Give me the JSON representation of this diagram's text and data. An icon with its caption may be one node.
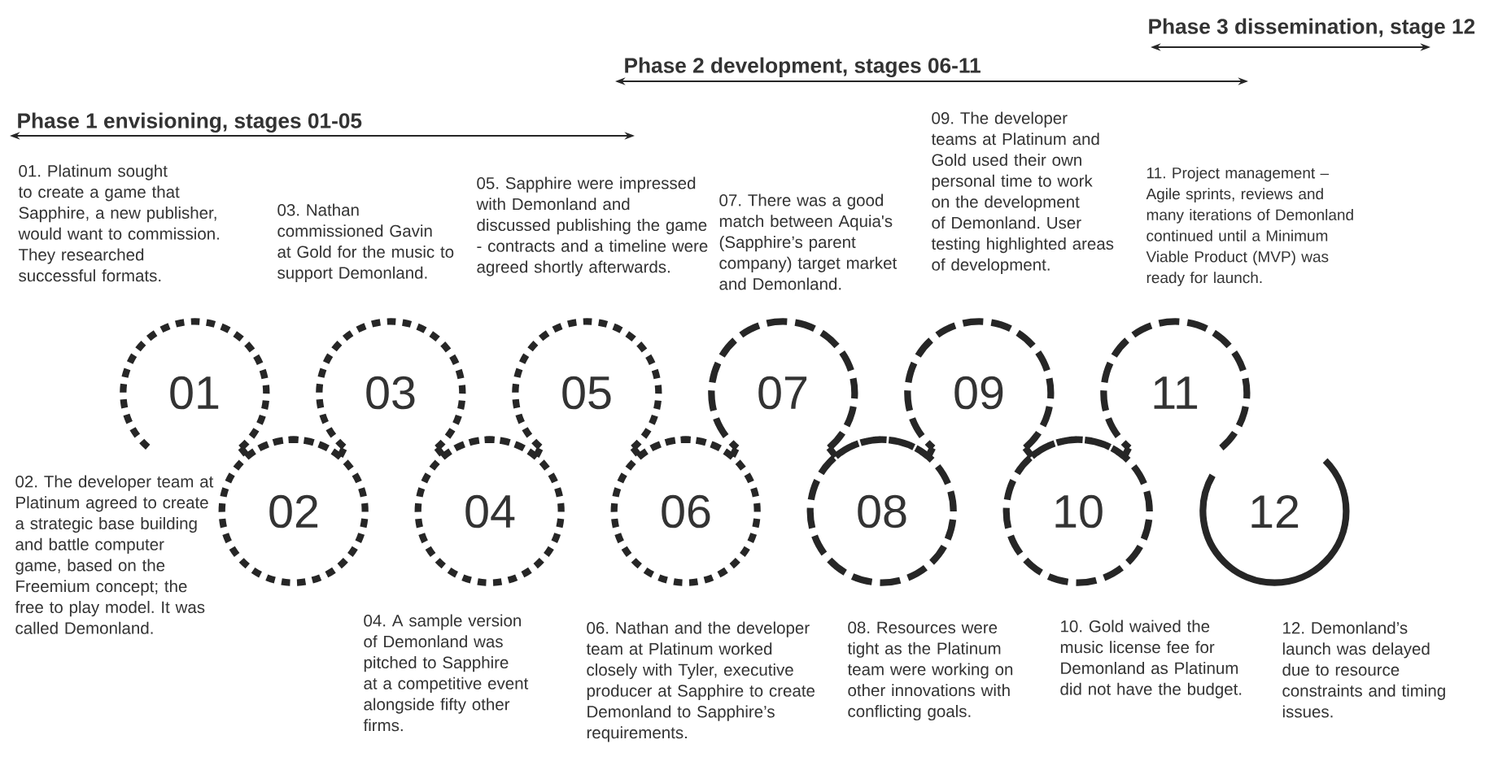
{
  "diagram": {
    "nodes": [
      {
        "text": [
          "01"
        ],
        "beside": [
          "01. Platinum sought to create a game that Sapphire, a new publisher, would want to commission. They researched successful formats."
        ]
      },
      {
        "text": [
          "02"
        ],
        "beside": [
          "02. The developer team at Platinum agreed to create a strategic base building and battle computer game, based on the Freemium concept; the free to play model. It was called Demonland."
        ]
      },
      {
        "text": [
          "03"
        ],
        "beside": [
          "03. Nathan commissioned Gavin at Gold for the music to support Demonland."
        ]
      },
      {
        "text": [
          "04"
        ],
        "beside": [
          "04. A sample version of Demonland was pitched to Sapphire at a competitive event alongside fifty other firms."
        ]
      },
      {
        "text": [
          "05"
        ],
        "beside": [
          "05. Sapphire were impressed with Demonland and discussed publishing the game - contracts and a timeline were agreed shortly afterwards."
        ]
      },
      {
        "text": [
          "06"
        ],
        "beside": [
          "06. Nathan and the developer team at Platinum worked closely with Tyler, executive producer at Sapphire to create Demonland to Sapphire’s requirements."
        ]
      },
      {
        "text": [
          "07"
        ],
        "beside": [
          "07. There was a good match between Aquia's (Sapphire’s parent company) target market and Demonland."
        ]
      },
      {
        "text": [
          "08"
        ],
        "beside": [
          "08. Resources were tight as the Platinum team were working on other innovations with conflicting goals."
        ]
      },
      {
        "text": [
          "09"
        ],
        "beside": [
          "09. The developer teams at Platinum and Gold used their own personal time to work on the development of Demonland. User testing highlighted areas of development."
        ]
      },
      {
        "text": [
          "10"
        ],
        "beside": [
          "10. Gold waived the music license fee for Demonland as Platinum did not have the budget."
        ]
      },
      {
        "text": [
          "11"
        ],
        "beside": [
          "11. Project management – Agile sprints, reviews and many iterations of Demonland continued until a Minimum Viable Product (MVP) was ready for launch."
        ]
      },
      {
        "text": [
          "12"
        ],
        "beside": [
          "12. Demonland’s launch was delayed due to resource constraints and timing issues."
        ]
      }
    ],
    "edges": [
      {
        "from": 0,
        "to": 1,
        "arrow": "none",
        "style": "dashed"
      },
      {
        "from": 1,
        "to": 2,
        "arrow": "none",
        "style": "dashed"
      },
      {
        "from": 2,
        "to": 3,
        "arrow": "none",
        "style": "dashed"
      },
      {
        "from": 3,
        "to": 4,
        "arrow": "none",
        "style": "dashed"
      },
      {
        "from": 4,
        "to": 5,
        "arrow": "none",
        "style": "dashed"
      },
      {
        "from": 5,
        "to": 6,
        "arrow": "none",
        "style": "dashed"
      },
      {
        "from": 6,
        "to": 7,
        "arrow": "none",
        "style": "dashed"
      },
      {
        "from": 7,
        "to": 8,
        "arrow": "none",
        "style": "dashed"
      },
      {
        "from": 8,
        "to": 9,
        "arrow": "none",
        "style": "dashed"
      },
      {
        "from": 9,
        "to": 10,
        "arrow": "none",
        "style": "dashed"
      }
    ],
    "labels": [
      "Phase 3 dissemination, stage 12",
      "Phase 2 development, stages 06-11",
      "Phase 1 envisioning, stages 01-05"
    ]
  }
}
